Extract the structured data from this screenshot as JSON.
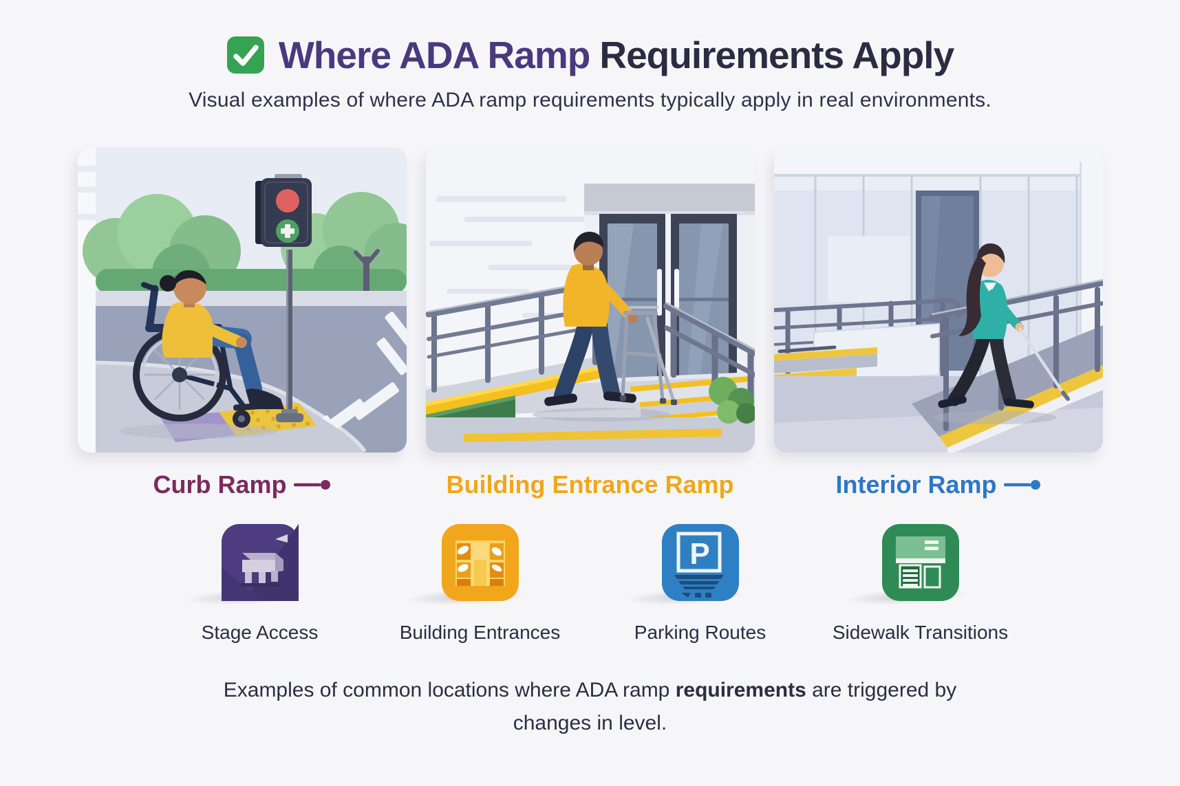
{
  "colors": {
    "page_bg": "#f6f6f9",
    "title_accent": "#473a7d",
    "title_dark": "#2b2c42",
    "check_green": "#35a254",
    "subtitle_text": "#2f3149",
    "curb_label": "#7b2a5f",
    "entrance_label": "#f0a71c",
    "interior_label": "#2e78c5",
    "body_text": "#2b2d42",
    "icon_purple": "#4e3c80",
    "icon_yellow": "#f2a61c",
    "icon_blue": "#2f80c2",
    "icon_green": "#2f8b55"
  },
  "header": {
    "check_icon": "check-icon",
    "title_accent": "Where ADA Ramp",
    "title_rest": "Requirements Apply",
    "subtitle": "Visual examples of where ADA ramp requirements typically apply in real environments."
  },
  "panels": {
    "curb": {
      "label": "Curb Ramp",
      "pointer_icon": "line-dot-pointer-icon"
    },
    "entrance": {
      "label": "Building Entrance Ramp"
    },
    "interior": {
      "label": "Interior Ramp",
      "pointer_icon": "line-dot-pointer-icon"
    }
  },
  "locations": {
    "stage": {
      "label": "Stage Access",
      "icon": "stage-access-icon"
    },
    "building": {
      "label": "Building Entrances",
      "icon": "building-entrances-icon"
    },
    "parking": {
      "label": "Parking Routes",
      "icon": "parking-routes-icon",
      "glyph": "P"
    },
    "sidewalk": {
      "label": "Sidewalk Transitions",
      "icon": "sidewalk-transitions-icon"
    }
  },
  "footer": {
    "caption_pre": "Examples of common locations where ADA ramp ",
    "caption_emph": "requirements",
    "caption_post": " are triggered by",
    "caption_line2": "changes in level."
  }
}
